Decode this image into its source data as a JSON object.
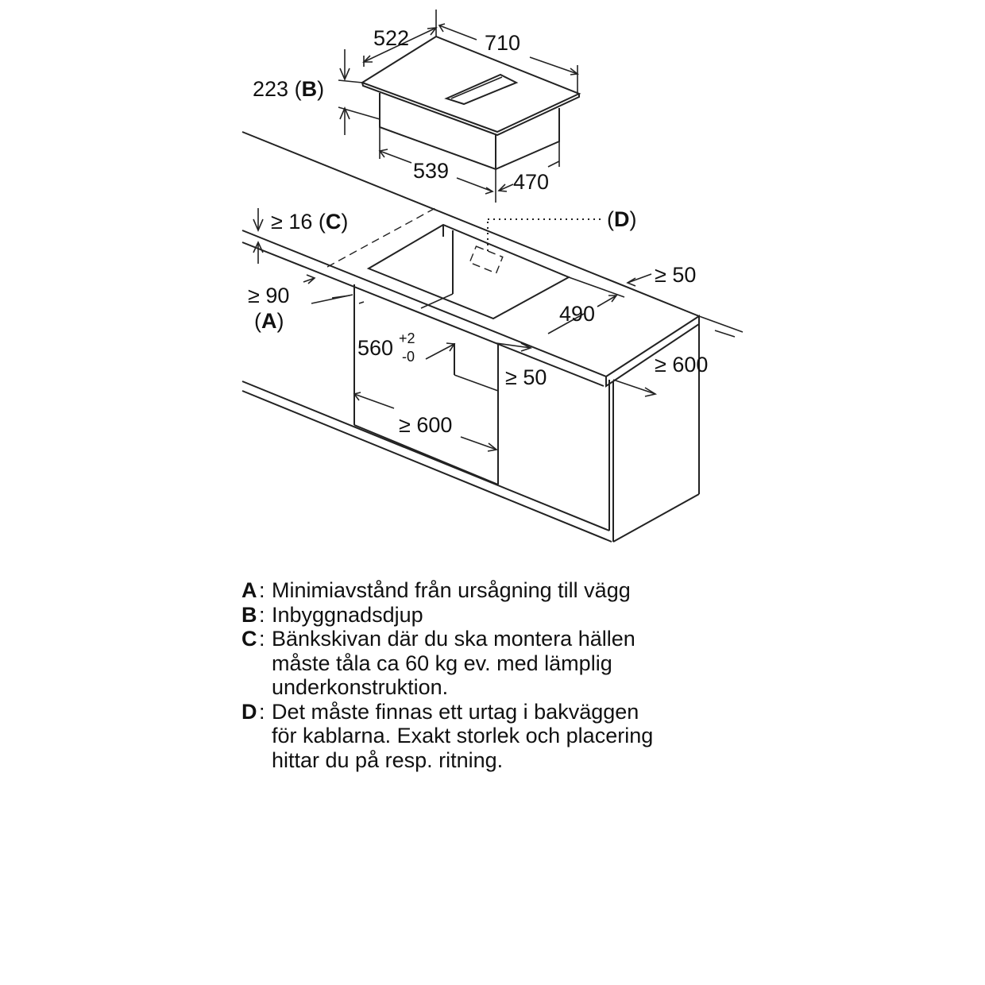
{
  "labels": {
    "d522": "522",
    "d710": "710",
    "d223": "223",
    "mark_b": "B",
    "d539": "539",
    "d470": "470",
    "d16": "≥ 16",
    "mark_c": "C",
    "mark_d": "D",
    "d50a": "≥ 50",
    "d90": "≥ 90",
    "mark_a": "A",
    "d490": "490",
    "d560": "560",
    "d560_sup": "+2",
    "d560_sub": "-0",
    "d600a": "≥ 600",
    "d50b": "≥ 50",
    "d600b": "≥ 600"
  },
  "legend": [
    {
      "key": "A",
      "text": "Minimiavstånd från ursågning till vägg"
    },
    {
      "key": "B",
      "text": "Inbyggnadsdjup"
    },
    {
      "key": "C",
      "text": "Bänkskivan där du ska montera hällen\nmåste tåla ca 60 kg ev. med lämplig\nunderkonstruktion."
    },
    {
      "key": "D",
      "text": "Det måste finnas ett urtag i bakväggen\nför kablarna. Exakt storlek och placering\nhittar du på resp. ritning."
    }
  ]
}
